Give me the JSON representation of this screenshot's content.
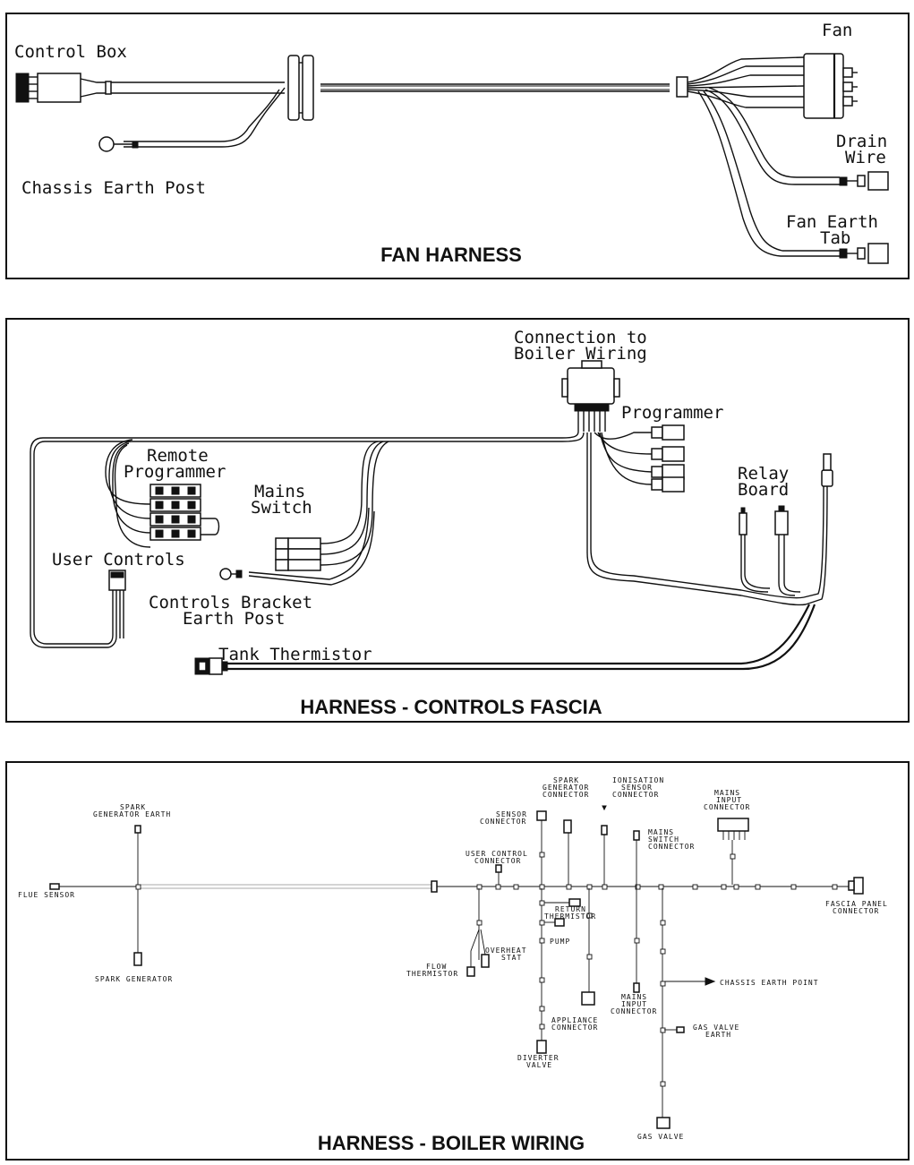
{
  "fan_harness": {
    "title": "FAN HARNESS",
    "labels": {
      "control_box": "Control Box",
      "chassis_earth_post": "Chassis Earth Post",
      "fan": "Fan",
      "drain_wire_1": "Drain",
      "drain_wire_2": "Wire",
      "fan_earth_tab_1": "Fan Earth",
      "fan_earth_tab_2": "Tab"
    }
  },
  "controls_fascia": {
    "title": "HARNESS - CONTROLS FASCIA",
    "labels": {
      "connection_1": "Connection to",
      "connection_2": "Boiler Wiring",
      "programmer": "Programmer",
      "remote_programmer_1": "Remote",
      "remote_programmer_2": "Programmer",
      "mains_switch_1": "Mains",
      "mains_switch_2": "Switch",
      "relay_board_1": "Relay",
      "relay_board_2": "Board",
      "user_controls": "User Controls",
      "controls_bracket_1": "Controls Bracket",
      "controls_bracket_2": "Earth Post",
      "tank_thermistor": "Tank Thermistor"
    }
  },
  "boiler_wiring": {
    "title": "HARNESS - BOILER WIRING",
    "labels": {
      "spark_gen_earth_1": "SPARK",
      "spark_gen_earth_2": "GENERATOR EARTH",
      "flue_sensor": "FLUE SENSOR",
      "spark_generator": "SPARK GENERATOR",
      "spark_gen_conn_1": "SPARK",
      "spark_gen_conn_2": "GENERATOR",
      "spark_gen_conn_3": "CONNECTOR",
      "ionisation_1": "IONISATION",
      "ionisation_2": "SENSOR",
      "ionisation_3": "CONNECTOR",
      "sensor_conn_1": "SENSOR",
      "sensor_conn_2": "CONNECTOR",
      "mains_input_top_1": "MAINS",
      "mains_input_top_2": "INPUT",
      "mains_input_top_3": "CONNECTOR",
      "mains_switch_conn_1": "MAINS",
      "mains_switch_conn_2": "SWITCH",
      "mains_switch_conn_3": "CONNECTOR",
      "user_control_conn_1": "USER CONTROL",
      "user_control_conn_2": "CONNECTOR",
      "fascia_panel_1": "FASCIA PANEL",
      "fascia_panel_2": "CONNECTOR",
      "return_thermistor_1": "RETURN",
      "return_thermistor_2": "THERMISTOR",
      "pump": "PUMP",
      "overheat_1": "OVERHEAT",
      "overheat_2": "STAT",
      "flow_thermistor_1": "FLOW",
      "flow_thermistor_2": "THERMISTOR",
      "chassis_earth_point": "CHASSIS EARTH POINT",
      "mains_input_bottom_1": "MAINS",
      "mains_input_bottom_2": "INPUT",
      "mains_input_bottom_3": "CONNECTOR",
      "appliance_1": "APPLIANCE",
      "appliance_2": "CONNECTOR",
      "gas_valve_earth_1": "GAS VALVE",
      "gas_valve_earth_2": "EARTH",
      "diverter_1": "DIVERTER",
      "diverter_2": "VALVE",
      "gas_valve": "GAS VALVE"
    }
  }
}
